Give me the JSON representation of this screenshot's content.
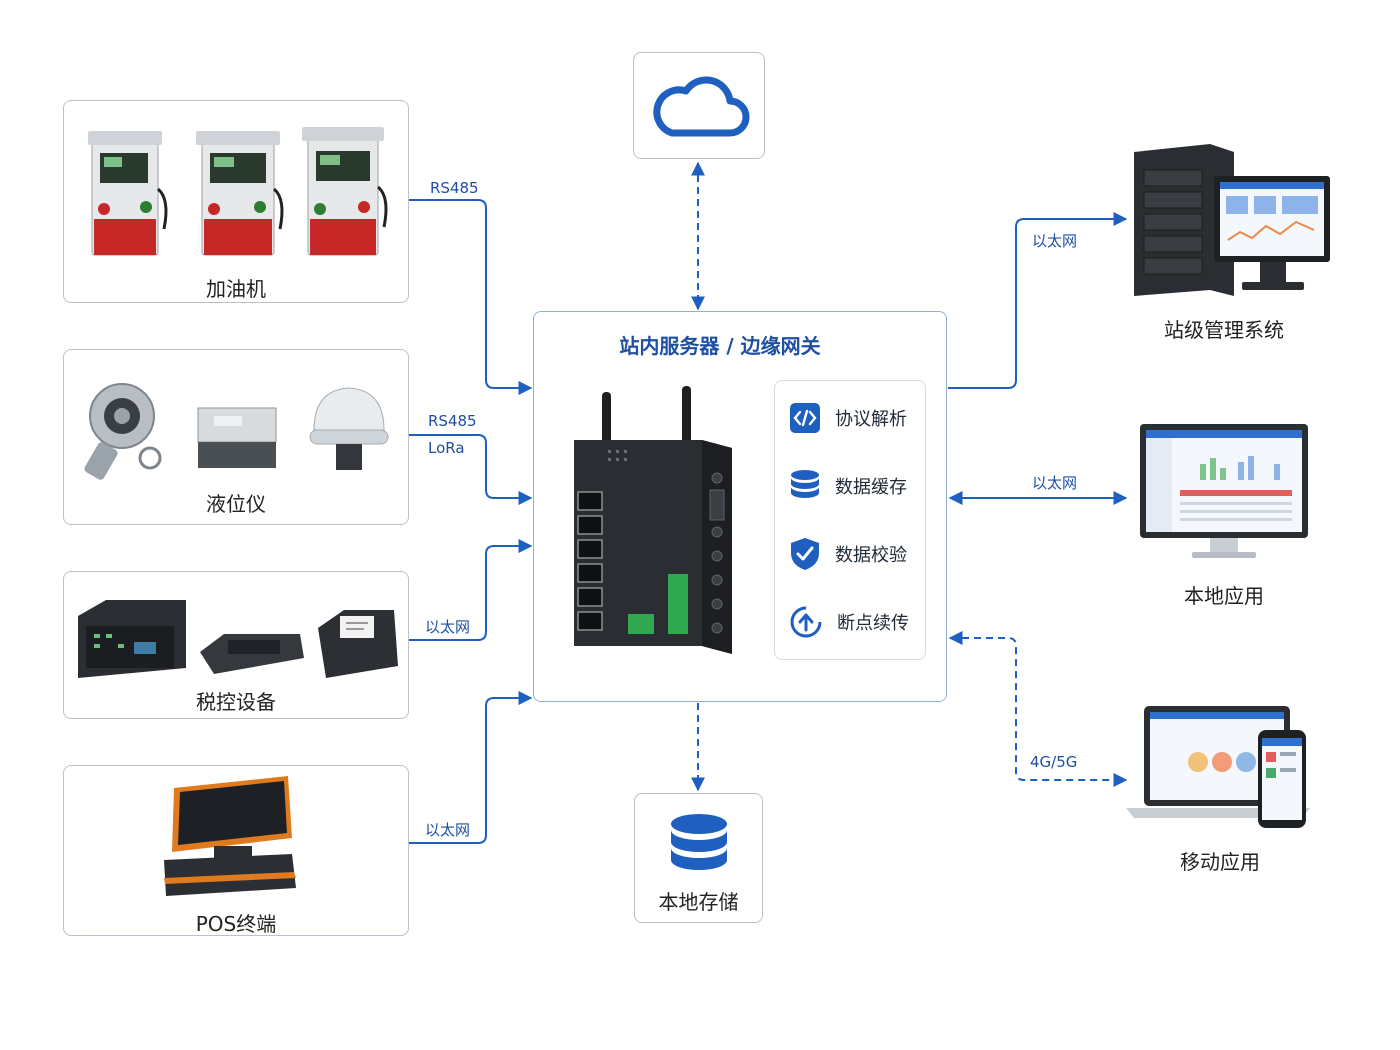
{
  "sources": [
    {
      "label": "加油机",
      "protocol": [
        "RS485"
      ]
    },
    {
      "label": "液位仪",
      "protocol": [
        "RS485",
        "LoRa"
      ]
    },
    {
      "label": "税控设备",
      "protocol": [
        "以太网"
      ]
    },
    {
      "label": "POS终端",
      "protocol": [
        "以太网"
      ]
    }
  ],
  "gateway": {
    "title": "站内服务器 / 边缘网关",
    "functions": [
      "协议解析",
      "数据缓存",
      "数据校验",
      "断点续传"
    ]
  },
  "cloud": {
    "icon": "cloud-icon"
  },
  "storage": {
    "label": "本地存储",
    "icon": "database-icon"
  },
  "destinations": [
    {
      "label": "站级管理系统",
      "protocol": "以太网"
    },
    {
      "label": "本地应用",
      "protocol": "以太网"
    },
    {
      "label": "移动应用",
      "protocol": "4G/5G"
    }
  ],
  "colors": {
    "accent": "#1f5fbf",
    "border": "#b9c2cc"
  }
}
